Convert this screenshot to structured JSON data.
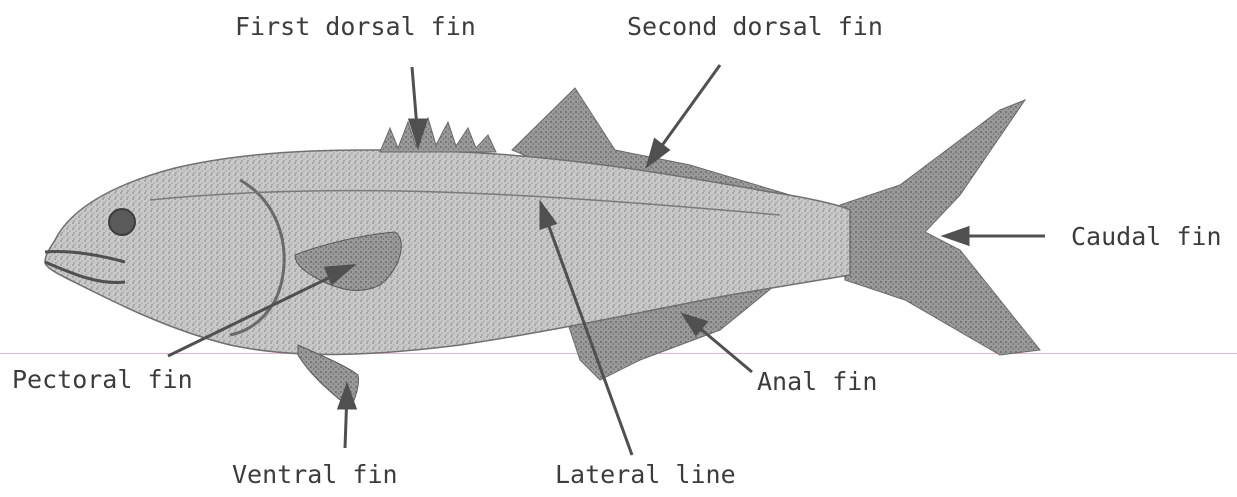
{
  "diagram": {
    "subject": "fish",
    "labels": {
      "first_dorsal_fin": "First dorsal fin",
      "second_dorsal_fin": "Second dorsal fin",
      "caudal_fin": "Caudal fin",
      "pectoral_fin": "Pectoral fin",
      "anal_fin": "Anal fin",
      "ventral_fin": "Ventral fin",
      "lateral_line": "Lateral line"
    },
    "colors": {
      "ink": "#3c3c3c",
      "fish_body": "#bdbdbd",
      "fin_dark": "#8a8a8a",
      "guide_line": "#e6b3d6"
    }
  }
}
